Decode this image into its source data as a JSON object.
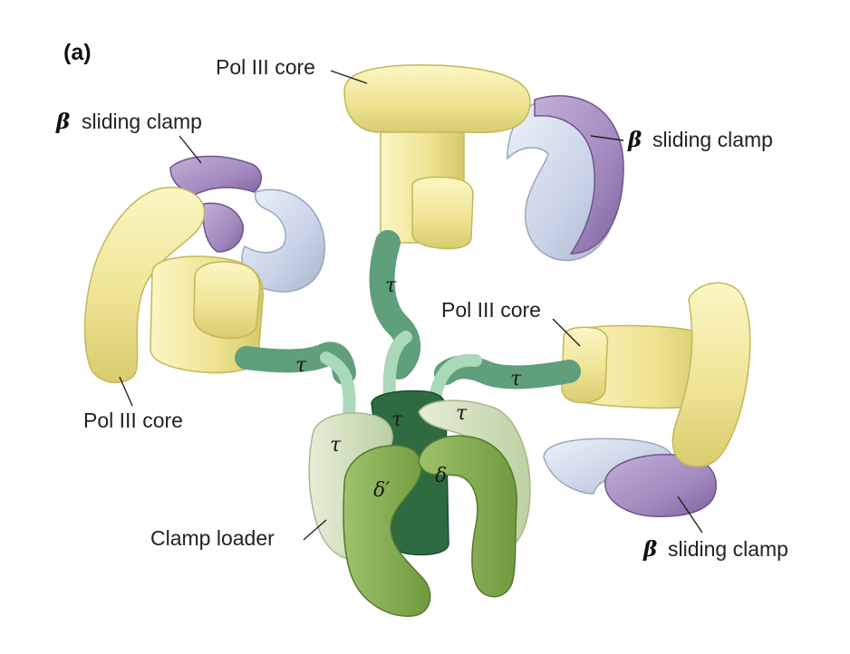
{
  "panel_label": "(a)",
  "colors": {
    "pol_core": "#f0e79a",
    "pol_core_shade": "#d8cf72",
    "clamp_purple": "#a58cbf",
    "clamp_purple_dark": "#8a6ea8",
    "clamp_blue": "#c8d3e6",
    "tau_link": "#5f9f7c",
    "tau_light": "#a9d9b9",
    "loader_light": "#d4e2c0",
    "loader_dark": "#86ad54",
    "loader_core": "#2f6b40"
  },
  "labels": {
    "pol_core_top": "Pol III core",
    "pol_core_right": "Pol III core",
    "pol_core_left": "Pol III core",
    "clamp_top_left": "sliding clamp",
    "clamp_top_right": "sliding clamp",
    "clamp_bottom_right": "sliding clamp",
    "clamp_loader": "Clamp loader"
  },
  "symbols": {
    "beta": "β",
    "tau": "τ",
    "delta": "δ",
    "delta_prime": "δ′"
  }
}
